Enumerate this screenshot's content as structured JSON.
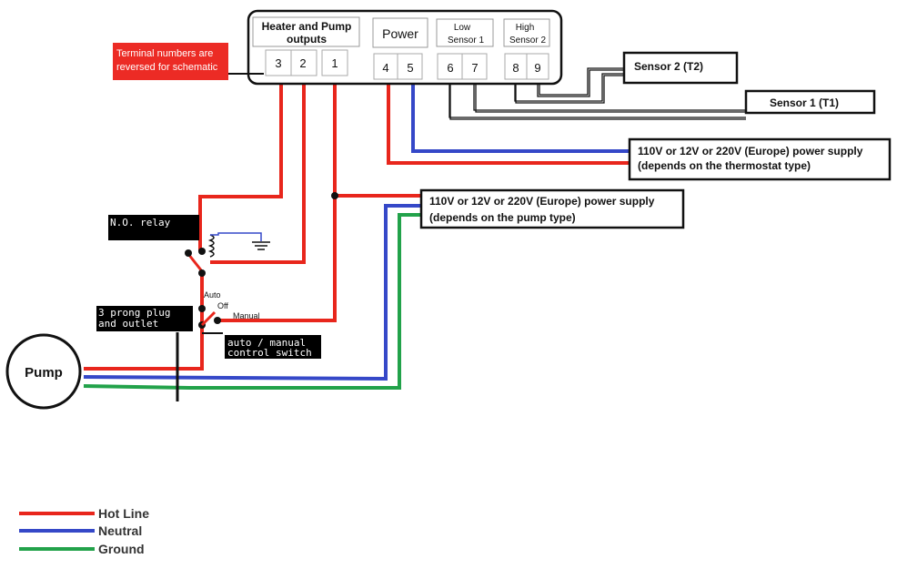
{
  "colors": {
    "hot": "#e8261c",
    "neutral": "#3548c8",
    "ground": "#22a24a",
    "black": "#111111",
    "note_bg": "#ec2b25",
    "label_bg": "#000000"
  },
  "controller": {
    "heater_pump_title_1": "Heater and Pump",
    "heater_pump_title_2": "outputs",
    "power_title": "Power",
    "low_title_1": "Low",
    "low_title_2": "Sensor 1",
    "high_title_1": "High",
    "high_title_2": "Sensor 2",
    "terminals": [
      "3",
      "2",
      "1",
      "4",
      "5",
      "6",
      "7",
      "8",
      "9"
    ]
  },
  "note": {
    "line1": "Terminal numbers are",
    "line2": "reversed for schematic"
  },
  "sensors": {
    "sensor2": "Sensor 2 (T2)",
    "sensor1": "Sensor 1 (T1)"
  },
  "supplies": {
    "thermostat_line1": "110V or 12V or 220V (Europe) power supply",
    "thermostat_line2": "(depends on the thermostat type)",
    "pump_line1": "110V or 12V or 220V (Europe) power supply",
    "pump_line2": "(depends on the pump type)"
  },
  "labels": {
    "relay": "N.O. relay",
    "plug_line1": "3 prong plug",
    "plug_line2": " and outlet",
    "switch_line1": "auto / manual",
    "switch_line2": "control switch",
    "auto": "Auto",
    "off": "Off",
    "manual": "Manual",
    "pump": "Pump"
  },
  "legend": {
    "hot": "Hot Line",
    "neutral": "Neutral",
    "ground": "Ground"
  }
}
